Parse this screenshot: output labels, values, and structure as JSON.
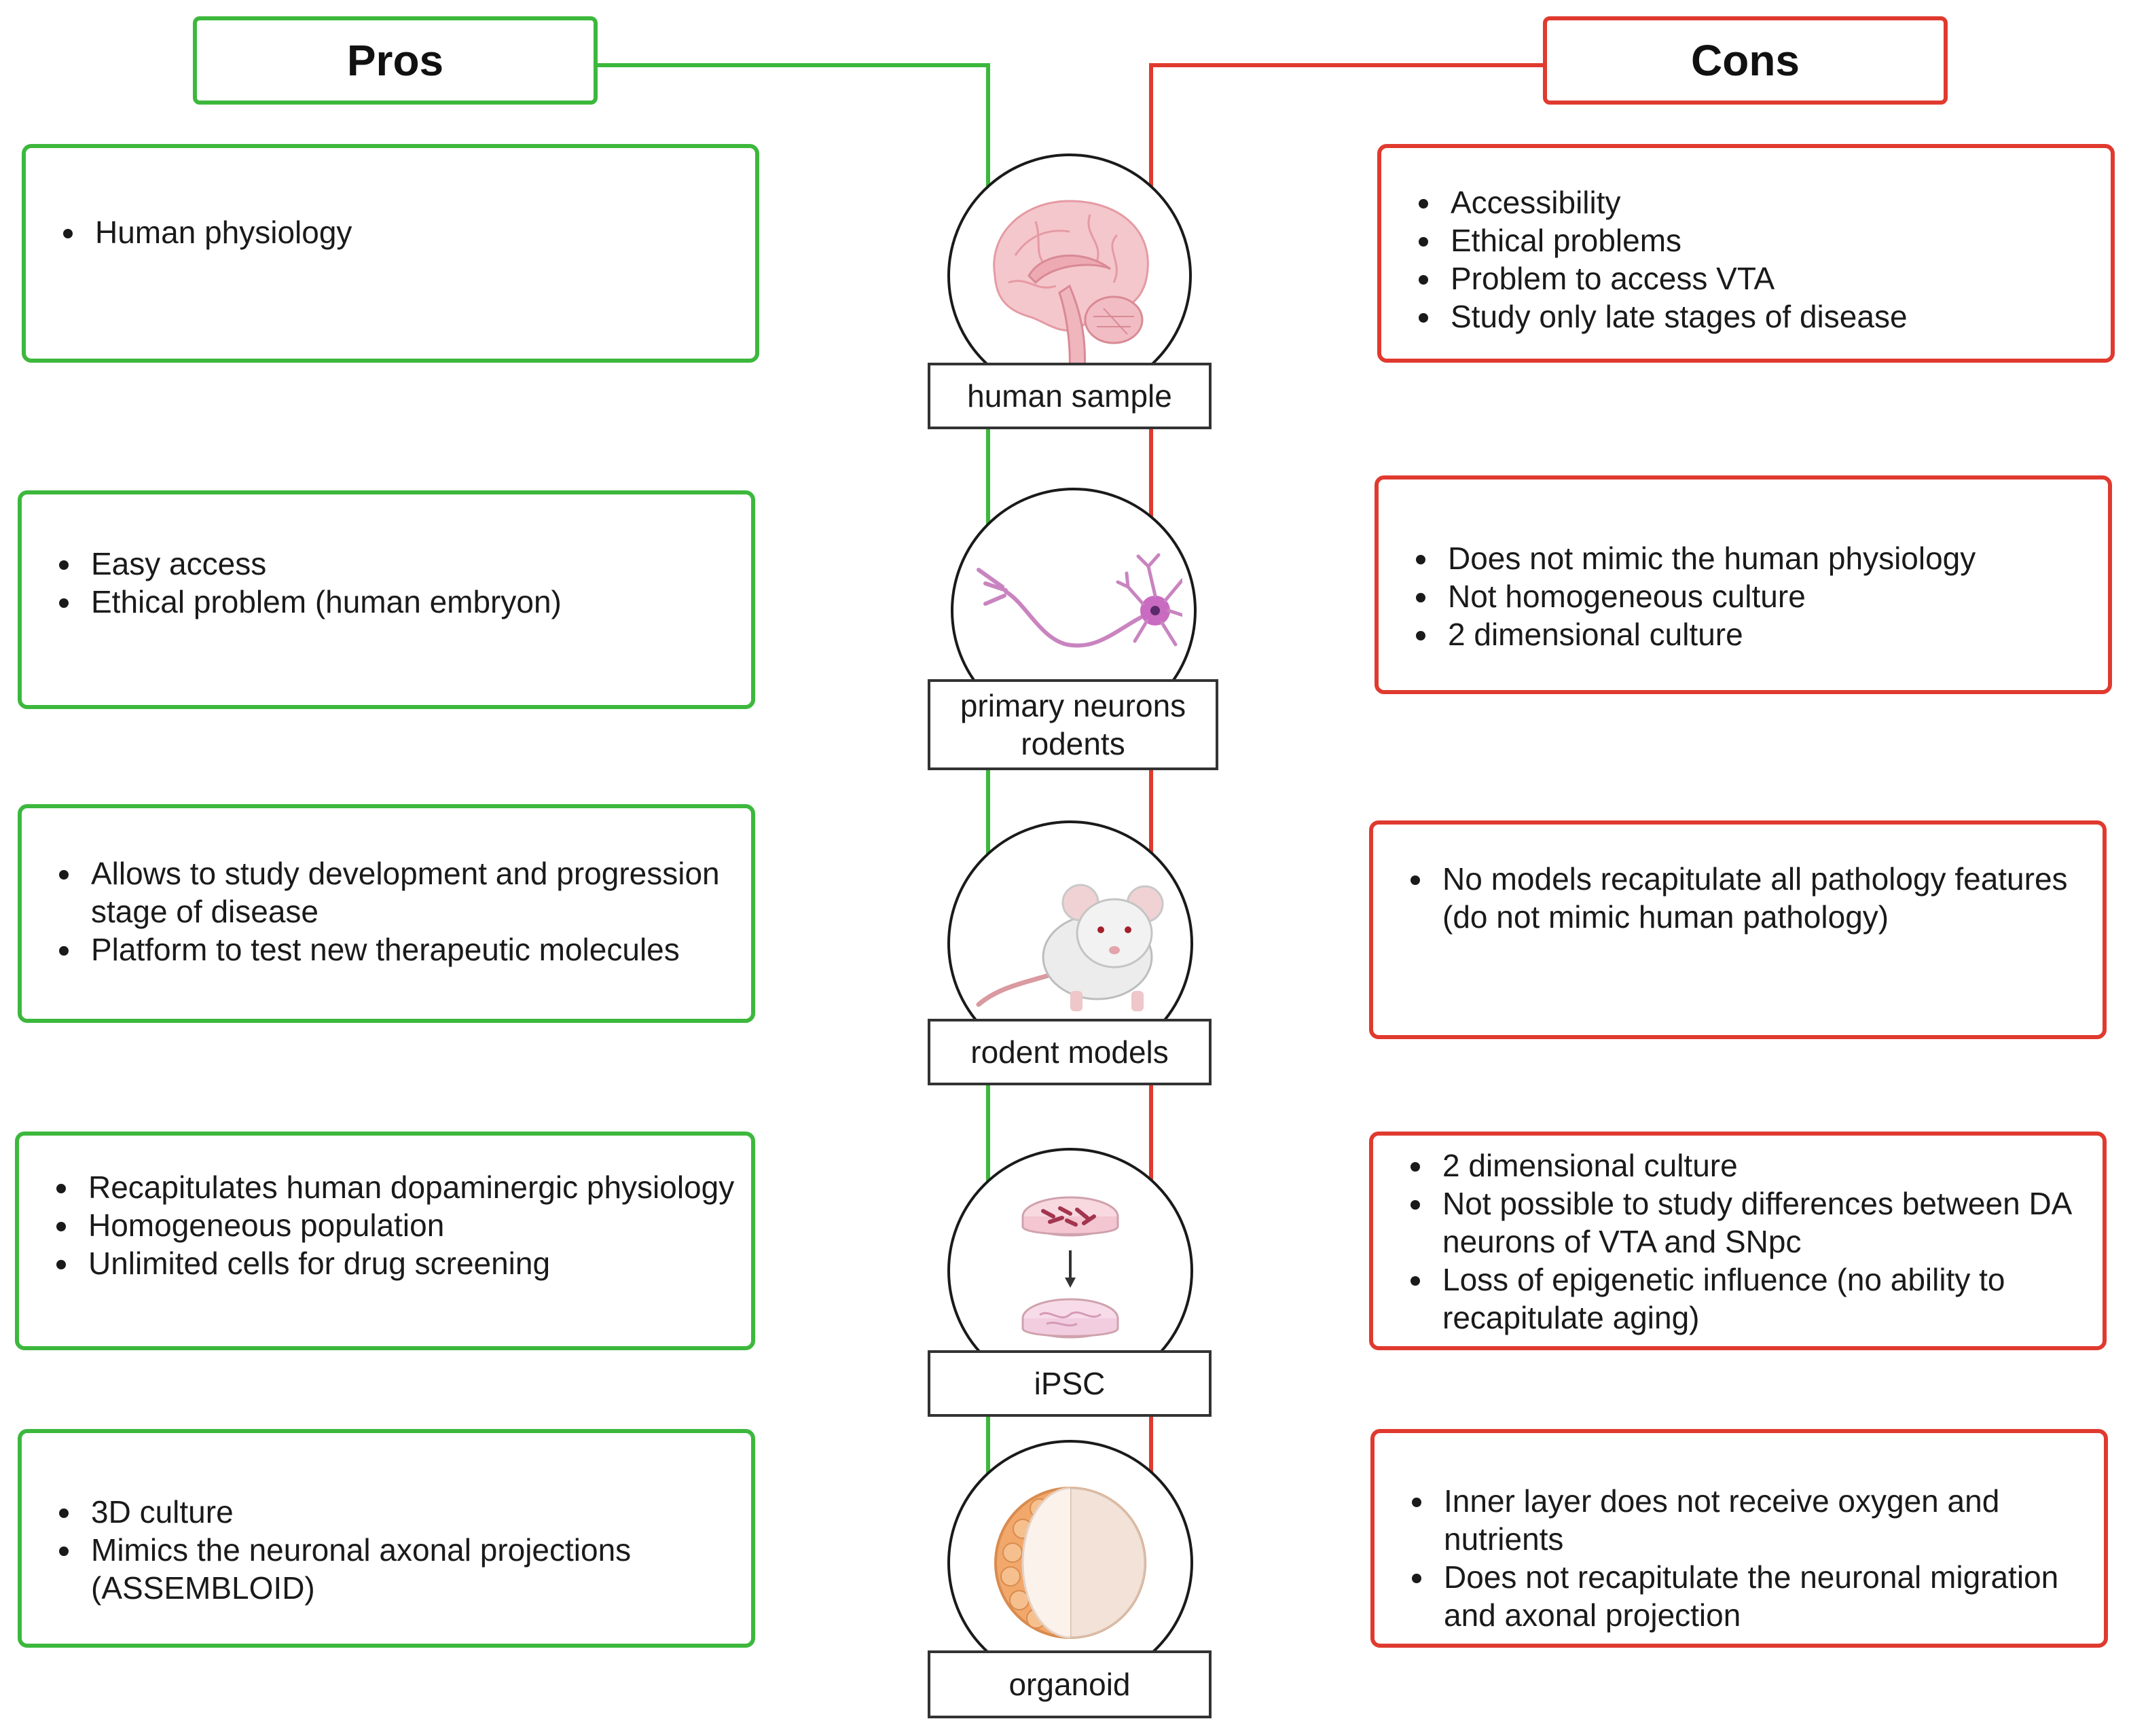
{
  "headers": {
    "pros": "Pros",
    "cons": "Cons"
  },
  "colors": {
    "pros": "#3cb83c",
    "cons": "#e03a2f"
  },
  "models": [
    {
      "label": "human sample",
      "icon": "brain-icon",
      "pros": [
        "Human physiology"
      ],
      "cons": [
        "Accessibility",
        "Ethical problems",
        "Problem to access VTA",
        "Study only late stages of disease"
      ]
    },
    {
      "label": "primary neurons\nrodents",
      "icon": "neuron-icon",
      "pros": [
        "Easy access",
        "Ethical problem (human embryon)"
      ],
      "cons": [
        "Does not mimic the human physiology",
        "Not homogeneous culture",
        "2 dimensional culture"
      ]
    },
    {
      "label": "rodent models",
      "icon": "mouse-icon",
      "pros": [
        "Allows to study development and progression stage of disease",
        "Platform to test new therapeutic molecules"
      ],
      "cons": [
        "No models recapitulate all pathology features (do not mimic human pathology)"
      ]
    },
    {
      "label": "iPSC",
      "icon": "petri-dish-icon",
      "pros": [
        "Recapitulates human dopaminergic physiology",
        "Homogeneous population",
        "Unlimited cells for drug screening"
      ],
      "cons": [
        "2 dimensional culture",
        "Not possible to study differences between DA neurons of VTA and SNpc",
        "Loss of epigenetic influence (no ability to recapitulate aging)"
      ]
    },
    {
      "label": "organoid",
      "icon": "organoid-icon",
      "pros": [
        "3D culture",
        "Mimics the neuronal axonal projections (ASSEMBLOID)"
      ],
      "cons": [
        "Inner layer does not receive oxygen and nutrients",
        "Does not recapitulate the neuronal migration and axonal projection"
      ]
    }
  ]
}
